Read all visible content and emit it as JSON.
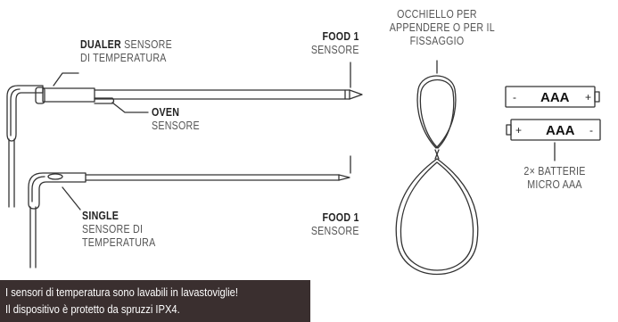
{
  "dualer": {
    "bold": "DUALER",
    "rest": " SENSORE",
    "line2": "DI TEMPERATURA"
  },
  "oven": {
    "bold": "OVEN",
    "line2": "SENSORE"
  },
  "food1_top": {
    "bold": "FOOD 1",
    "line2": "SENSORE"
  },
  "loop_label": {
    "line1": "OCCHIELLO PER",
    "line2": "APPENDERE O PER IL",
    "line3": "FISSAGGIO"
  },
  "single": {
    "bold": "SINGLE",
    "line2": "SENSORE DI",
    "line3": "TEMPERATURA"
  },
  "food1_bottom": {
    "bold": "FOOD 1",
    "line2": "SENSORE"
  },
  "batteries": {
    "label_top": "AAA",
    "label_bottom": "AAA",
    "minus": "-",
    "plus": "+",
    "caption_line1": "2× BATTERIE",
    "caption_line2": "MICRO AAA"
  },
  "notice": {
    "line1": "I sensori di temperatura sono lavabili in lavastoviglie!",
    "line2": "Il dispositivo è protetto da spruzzi IPX4."
  },
  "colors": {
    "line": "#333333",
    "notice_bg": "#3a2f2f",
    "notice_text": "#ffffff"
  }
}
